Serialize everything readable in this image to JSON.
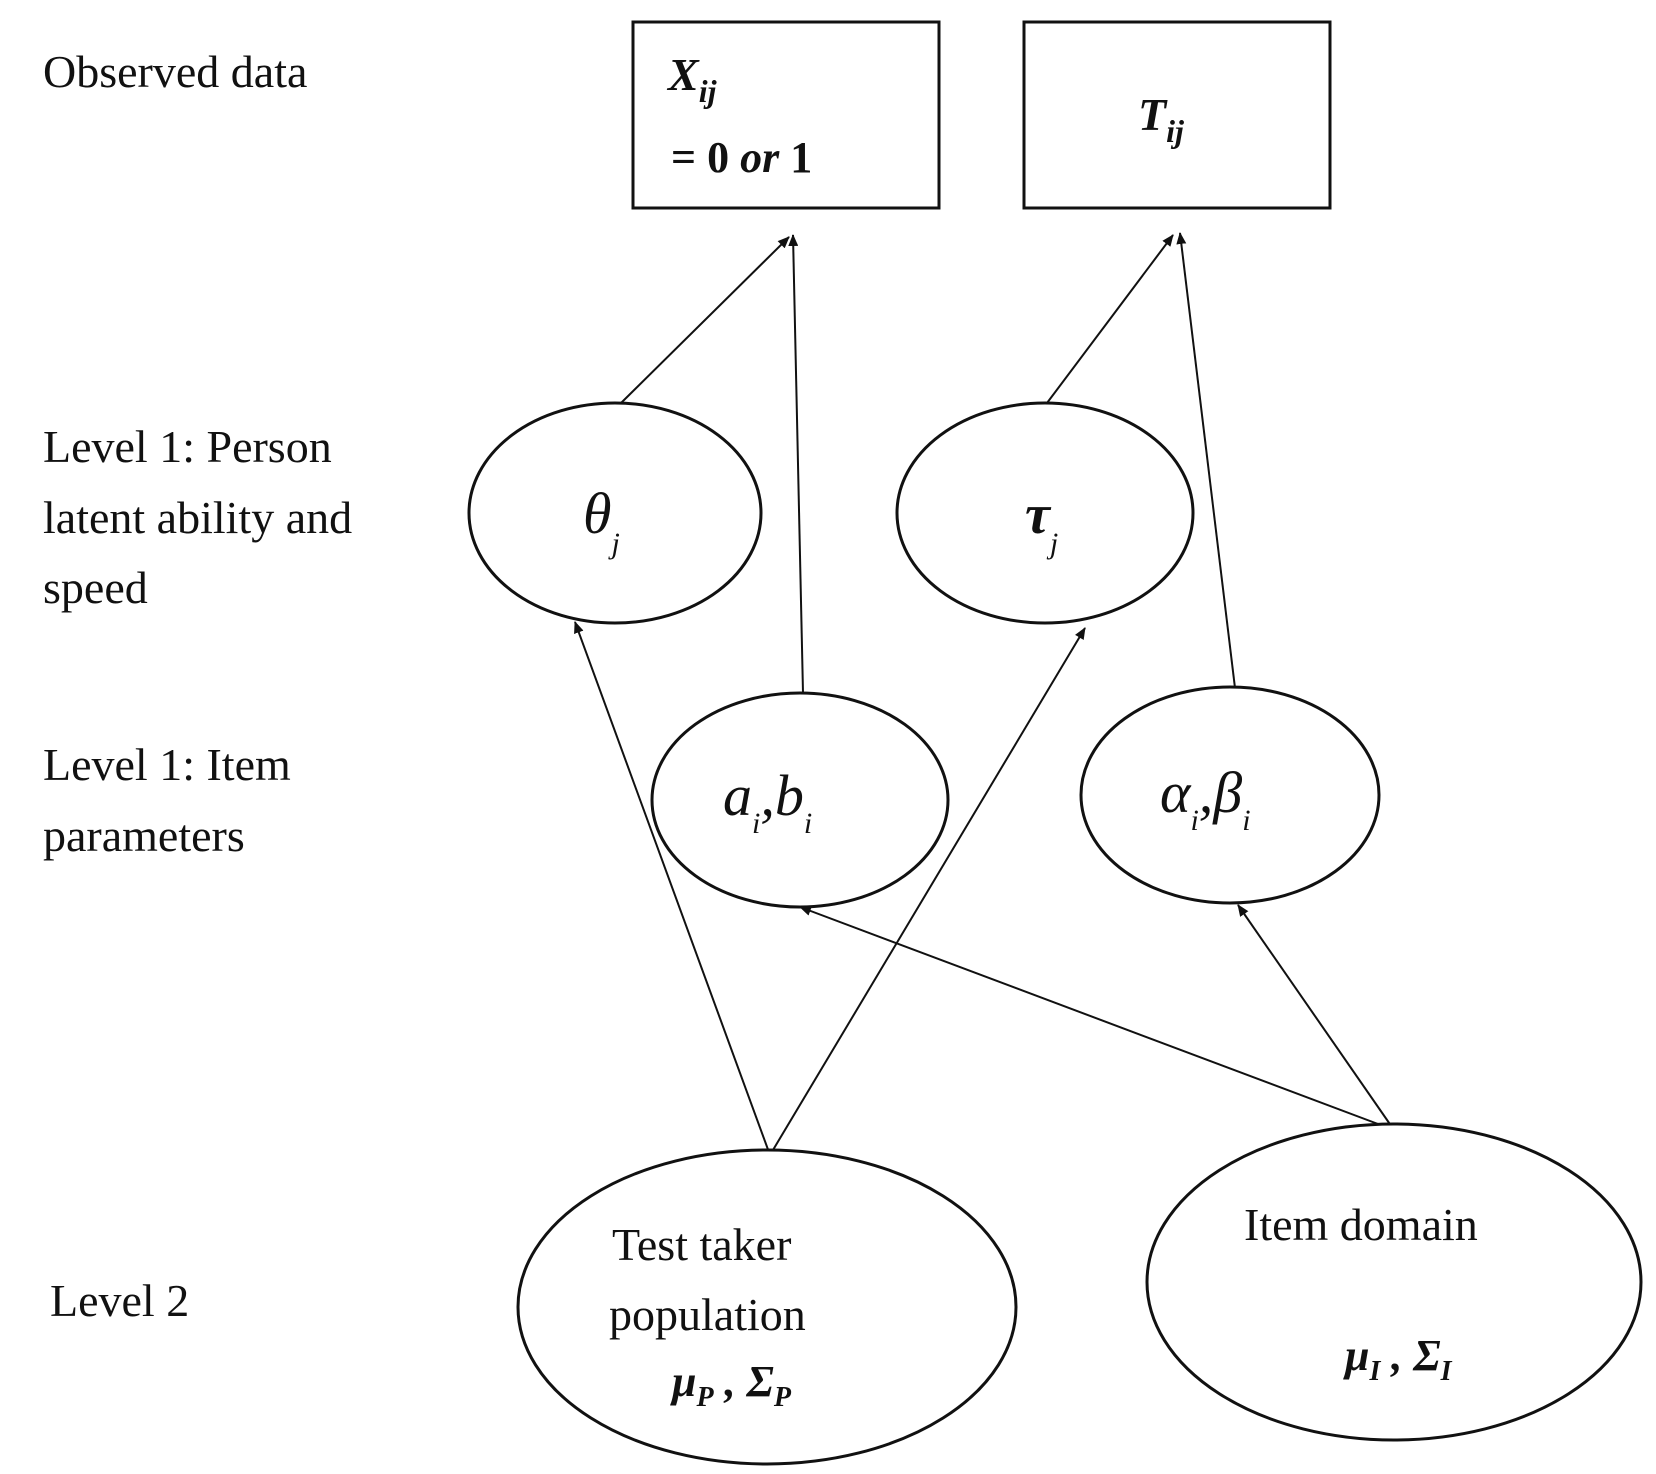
{
  "levels": {
    "observed": "Observed data",
    "person": [
      "Level 1: Person",
      "latent ability and",
      "speed"
    ],
    "item": [
      "Level 1: Item",
      "parameters"
    ],
    "level2": "Level 2"
  },
  "nodes": {
    "x": {
      "main": "X",
      "sub": "ij",
      "line2": "= 0 ",
      "or": "or",
      "one": " 1"
    },
    "t": {
      "main": "T",
      "sub": "ij"
    },
    "theta": {
      "main": "θ",
      "sub": "j"
    },
    "tau": {
      "main": "τ",
      "sub": "j"
    },
    "ab": {
      "a": "a",
      "ai": "i",
      "sep": ",",
      "b": "b",
      "bi": "i"
    },
    "alphabeta": {
      "a": "α",
      "ai": "i",
      "sep": ",",
      "b": "β",
      "bi": "i"
    },
    "population": {
      "line1": "Test taker",
      "line2": "population",
      "mu": "μ",
      "mus": "P",
      "sep": " , ",
      "sigma": "Σ",
      "sigmas": "P"
    },
    "domain": {
      "line1": "Item domain",
      "mu": "μ",
      "mus": "I",
      "sep": " , ",
      "sigma": "Σ",
      "sigmas": "I"
    }
  }
}
